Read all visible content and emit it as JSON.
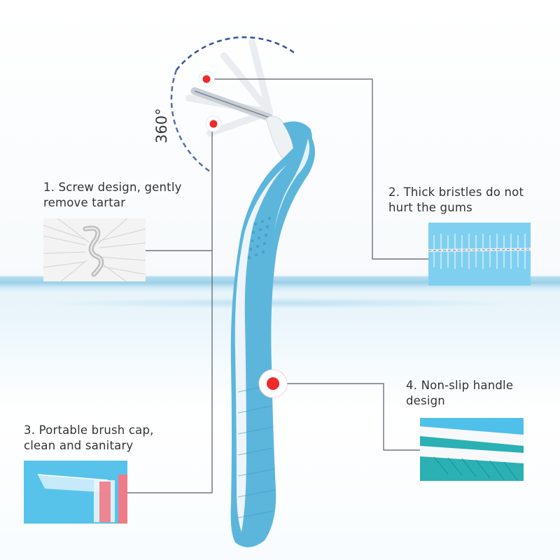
{
  "rotation_label": "360°",
  "features": [
    {
      "number": "1.",
      "line1": "Screw design, gently",
      "line2": "remove tartar"
    },
    {
      "number": "2.",
      "line1": "Thick bristles do not",
      "line2": "hurt the gums"
    },
    {
      "number": "3.",
      "line1": "Portable brush cap,",
      "line2": "clean and sanitary"
    },
    {
      "number": "4.",
      "line1": "Non-slip handle",
      "line2": "design"
    }
  ],
  "colors": {
    "handle_blue": "#5cb6dc",
    "handle_blue_dark": "#3f9cc7",
    "handle_white": "#f4f8fb",
    "marker_red": "#ee2a2a",
    "arc_dash": "#3b4f9c",
    "leader": "#555c66",
    "text": "#333333",
    "thumb_blue_bg": "#58c3ea",
    "cap_pink": "#f07a86"
  },
  "icons": [
    "red-dot-marker",
    "rotation-arc"
  ]
}
